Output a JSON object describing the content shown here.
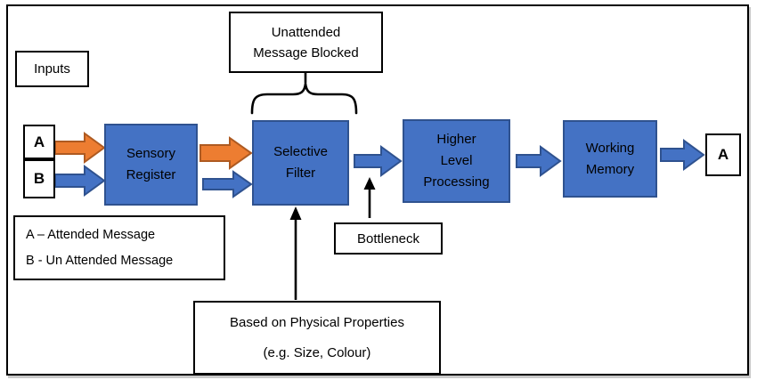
{
  "colors": {
    "stage_fill": "#4472C4",
    "stage_border": "#2F528F",
    "arrow_orange_fill": "#ED7D31",
    "arrow_orange_border": "#AE5A21",
    "arrow_blue_fill": "#4472C4",
    "arrow_blue_border": "#2F528F",
    "outline": "#000000",
    "background": "#FFFFFF"
  },
  "io": {
    "inputs_label": "Inputs",
    "input_a": "A",
    "input_b": "B",
    "output_a": "A"
  },
  "stages": [
    {
      "id": "sensory-register",
      "lines": [
        "Sensory",
        "Register"
      ]
    },
    {
      "id": "selective-filter",
      "lines": [
        "Selective",
        "Filter"
      ]
    },
    {
      "id": "higher-level-processing",
      "lines": [
        "Higher",
        "Level",
        "Processing"
      ]
    },
    {
      "id": "working-memory",
      "lines": [
        "Working",
        "Memory"
      ]
    }
  ],
  "annotations": {
    "unattended": {
      "lines": [
        "Unattended",
        "Message Blocked"
      ]
    },
    "bottleneck": {
      "label": "Bottleneck"
    },
    "legend": {
      "lines": [
        "A – Attended Message",
        "B - Un Attended Message"
      ]
    },
    "basis": {
      "lines": [
        "Based on Physical Properties",
        "(e.g. Size, Colour)"
      ]
    }
  }
}
